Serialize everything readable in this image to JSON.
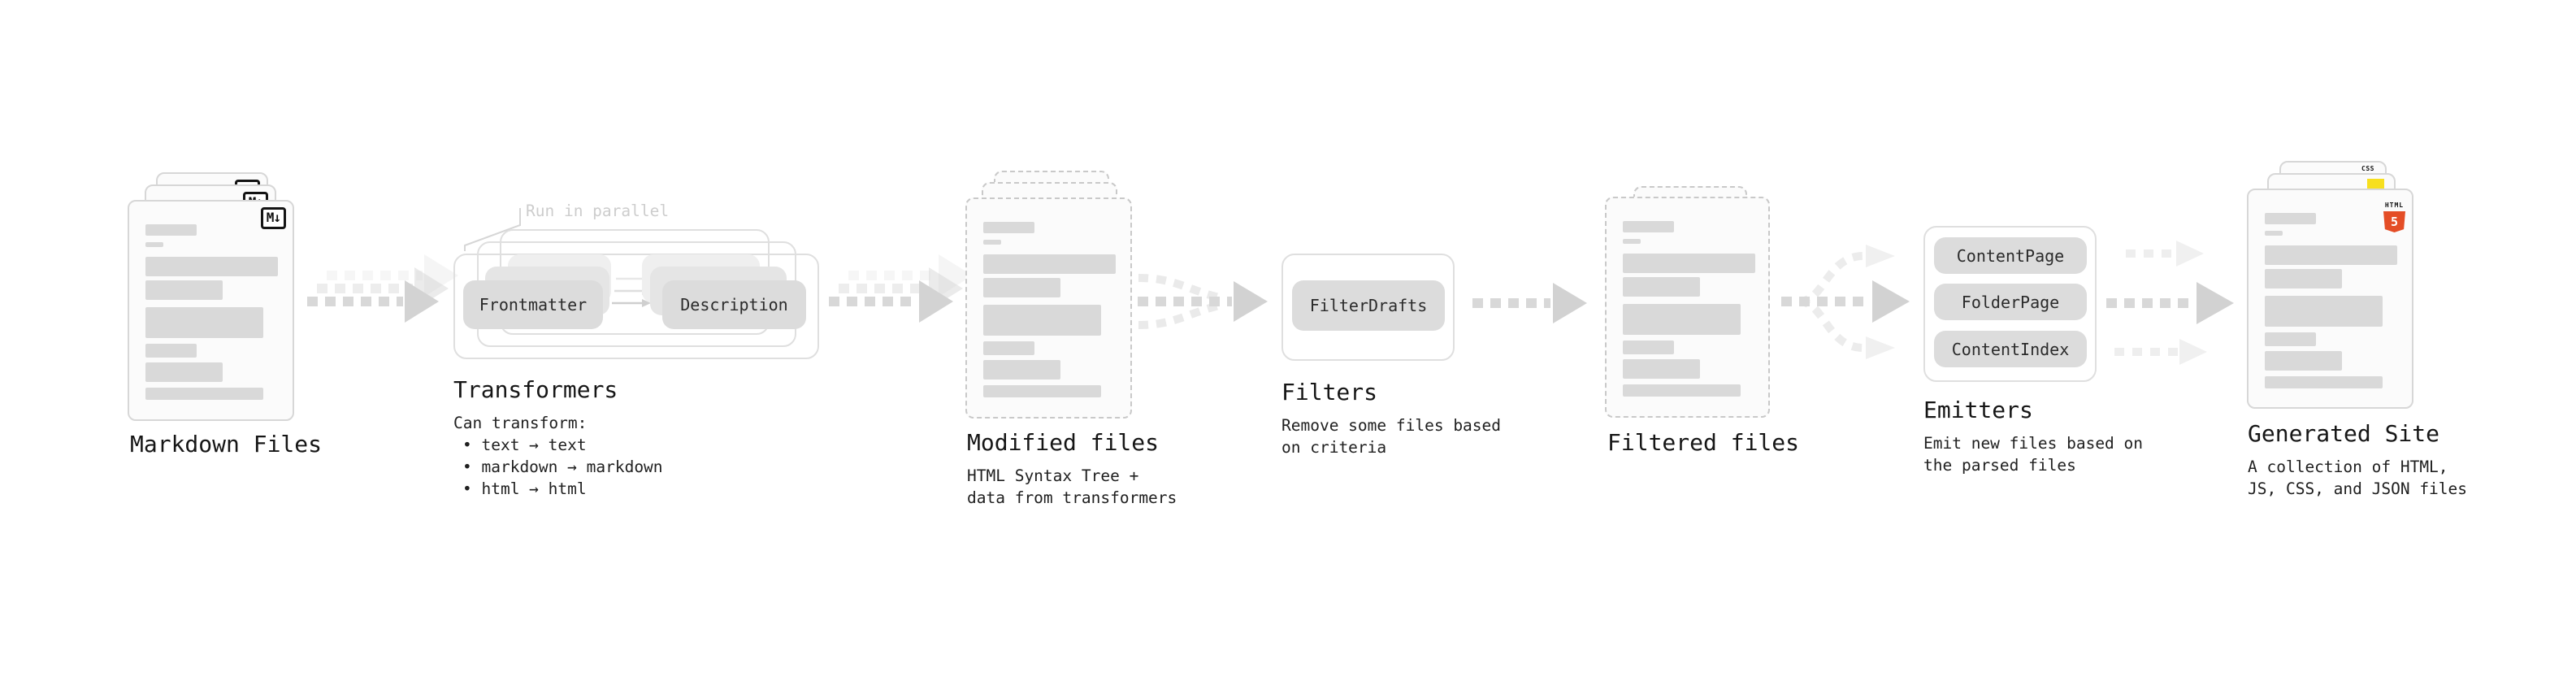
{
  "stages": {
    "markdown_files": {
      "title": "Markdown Files",
      "badge": "M↓"
    },
    "transformers": {
      "title": "Transformers",
      "annotation": "Run in parallel",
      "boxes": [
        "Frontmatter",
        "Description"
      ],
      "caption_lines": [
        "Can transform:",
        "• text → text",
        "• markdown → markdown",
        "• html → html"
      ]
    },
    "modified_files": {
      "title": "Modified files",
      "caption_lines": [
        "HTML Syntax Tree +",
        "data from transformers"
      ]
    },
    "filters": {
      "title": "Filters",
      "boxes": [
        "FilterDrafts"
      ],
      "caption_lines": [
        "Remove some files based",
        "on criteria"
      ]
    },
    "filtered_files": {
      "title": "Filtered files"
    },
    "emitters": {
      "title": "Emitters",
      "boxes": [
        "ContentPage",
        "FolderPage",
        "ContentIndex"
      ],
      "caption_lines": [
        "Emit new files based on",
        "the parsed files"
      ]
    },
    "generated_site": {
      "title": "Generated Site",
      "caption_lines": [
        "A collection of HTML,",
        "JS, CSS, and JSON files"
      ],
      "badges": {
        "html5_label": "HTML",
        "html5_number": "5",
        "css_label": "CSS"
      }
    }
  },
  "colors": {
    "html5_orange": "#e44d26",
    "js_yellow": "#f7df1e",
    "css_blue": "#2c6fbb",
    "diagram_gray": "#d9d9d9"
  }
}
